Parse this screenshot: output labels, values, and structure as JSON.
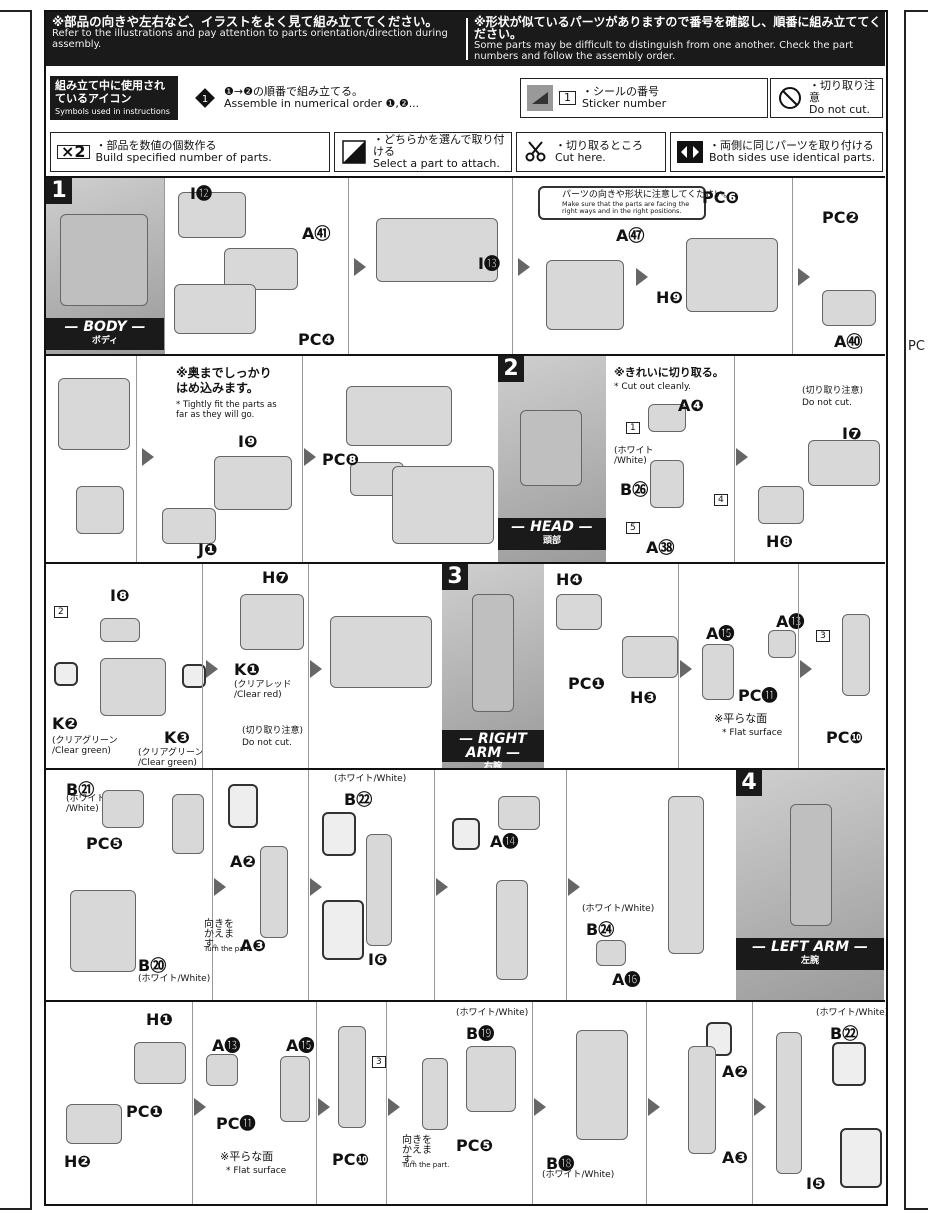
{
  "header": {
    "left_jp": "※部品の向きや左右など、イラストをよく見て組み立ててください。",
    "left_en": "Refer to the illustrations and pay attention to parts orientation/direction during assembly.",
    "right_jp": "※形状が似ているパーツがありますので番号を確認し、順番に組み立ててください。",
    "right_en": "Some parts may be difficult to distinguish from one another. Check the part numbers and follow the assembly order."
  },
  "legend": {
    "symbols_title": "組み立て中に使用されているアイコン",
    "symbols_en": "Symbols used in instructions",
    "order_jp": "❶→❷の順番で組み立てる。",
    "order_en": "Assemble in numerical order ❶,❷...",
    "sticker_jp": "・シールの番号",
    "sticker_en": "Sticker number",
    "sticker_num": "1",
    "nocut_jp": "・切り取り注意",
    "nocut_en": "Do not cut.",
    "multiply_sym": "×2",
    "multiply_jp": "・部品を数値の個数作る",
    "multiply_en": "Build specified number of parts.",
    "select_jp": "・どちらかを選んで取り付ける",
    "select_en": "Select a part to attach.",
    "cut_jp": "・切り取るところ",
    "cut_en": "Cut here.",
    "both_jp": "・両側に同じパーツを取り付ける",
    "both_en": "Both sides use identical parts."
  },
  "step1": {
    "num": "1",
    "banner_en": "— BODY —",
    "banner_jp": "ボディ",
    "labels": [
      "I⓬",
      "A㊶",
      "PC❹",
      "I⓭",
      "A㊼",
      "PC❻",
      "H❾",
      "PC❷",
      "A㊵"
    ],
    "note_jp": "パーツの向きや形状に注意してください。",
    "note_en": "Make sure that the parts are facing the right ways and in the right positions."
  },
  "step1b": {
    "note_jp1": "※奥までしっかり",
    "note_jp2": "はめ込みます。",
    "note_en": "* Tightly fit the parts as far as they will go.",
    "labels": [
      "I❾",
      "J❶",
      "PC❽"
    ]
  },
  "step2": {
    "num": "2",
    "banner_en": "— HEAD —",
    "banner_jp": "頭部",
    "note_jp": "※きれいに切り取る。",
    "note_en": "* Cut out cleanly.",
    "labels": [
      "A❹",
      "B㉖",
      "A㊳",
      "I❼",
      "H❽"
    ],
    "white": "(ホワイト /White)",
    "nocut_jp": "(切り取り注意)",
    "nocut_en": "Do not cut.",
    "stickers": [
      "1",
      "4",
      "5"
    ]
  },
  "step3a": {
    "labels": [
      "I❽",
      "H❼",
      "K❶",
      "K❷",
      "K❸"
    ],
    "clear_red": "(クリアレッド /Clear red)",
    "clear_green1": "(クリアグリーン /Clear green)",
    "clear_green2": "(クリアグリーン /Clear green)",
    "sticker": "2",
    "nocut_jp": "(切り取り注意)",
    "nocut_en": "Do not cut."
  },
  "step3": {
    "num": "3",
    "banner_en": "— RIGHT ARM —",
    "banner_jp": "右腕",
    "labels": [
      "H❹",
      "PC❶",
      "H❸",
      "A⓯",
      "A⓭",
      "PC⓫",
      "PC❿"
    ],
    "flat_jp": "※平らな面",
    "flat_en": "* Flat surface",
    "sticker": "3"
  },
  "step3b": {
    "labels": [
      "B㉑",
      "PC❺",
      "B⑳",
      "A❷",
      "A❸",
      "B㉒",
      "I❻",
      "A⓮",
      "B㉔",
      "A⓰"
    ],
    "white1": "(ホワイト /White)",
    "white2": "(ホワイト/White)",
    "white3": "(ホワイト/White)",
    "white4": "(ホワイト/White)",
    "turn_jp": "向きを かえます。",
    "turn_en": "Turn the part."
  },
  "step4": {
    "num": "4",
    "banner_en": "— LEFT ARM —",
    "banner_jp": "左腕"
  },
  "step4b": {
    "labels": [
      "H❶",
      "PC❶",
      "H❷",
      "A⓭",
      "PC⓫",
      "A⓯",
      "PC❿",
      "B⓳",
      "PC❺",
      "B⓲",
      "A❷",
      "A❸",
      "B㉒",
      "I❺"
    ],
    "flat_jp": "※平らな面",
    "flat_en": "* Flat surface",
    "sticker": "3",
    "white1": "(ホワイト/White)",
    "white2": "(ホワイト/White)",
    "white3": "(ホワイト/White)",
    "turn_jp": "向きを かえます。",
    "turn_en": "Turn the part."
  },
  "right_edge": {
    "label": "PC"
  }
}
